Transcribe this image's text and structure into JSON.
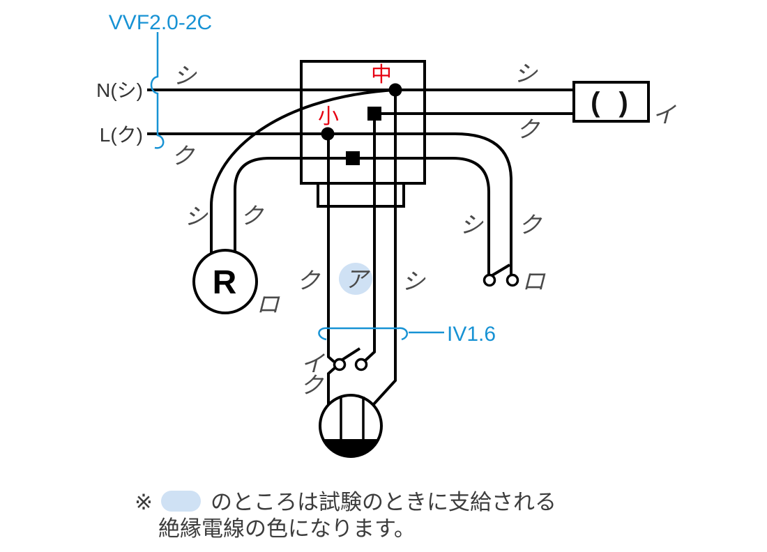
{
  "colors": {
    "accent_blue": "#1792d4",
    "highlight_blue": "#cfe1f4",
    "sleeve_red": "#e60012",
    "label_gray": "#4a4a4a",
    "text_dark": "#3c3c3c",
    "wire_black": "#000000"
  },
  "cable_annotations": {
    "vvf": "VVF2.0-2C",
    "iv": "IV1.6"
  },
  "source": {
    "neutral": "N(シ)",
    "live": "L(ク)"
  },
  "sleeve_marks": {
    "medium": "中",
    "small": "小"
  },
  "devices": {
    "lamp_receptacle": "R",
    "ceiling_rosette": "( )"
  },
  "wire_labels": [
    {
      "id": "n-left-shi",
      "text": "シ"
    },
    {
      "id": "l-left-ku",
      "text": "ク"
    },
    {
      "id": "rosette-top-shi",
      "text": "シ"
    },
    {
      "id": "rosette-bottom-ku",
      "text": "ク"
    },
    {
      "id": "receptacle-left-shi",
      "text": "シ"
    },
    {
      "id": "receptacle-right-ku",
      "text": "ク"
    },
    {
      "id": "receptacle-circuit-ro",
      "text": "ロ"
    },
    {
      "id": "switch-ro-left-shi",
      "text": "シ"
    },
    {
      "id": "switch-ro-right-ku",
      "text": "ク"
    },
    {
      "id": "switch-ro-circuit-ro",
      "text": "ロ"
    },
    {
      "id": "down-left-ku",
      "text": "ク"
    },
    {
      "id": "down-middle-a",
      "text": "ア"
    },
    {
      "id": "down-right-shi",
      "text": "シ"
    },
    {
      "id": "switch-i-circuit-i",
      "text": "イ"
    },
    {
      "id": "switch-i-wire-ku",
      "text": "ク"
    },
    {
      "id": "rosette-circuit-i",
      "text": "イ"
    }
  ],
  "note": {
    "marker": "※",
    "line1": "のところは試験のときに支給される",
    "line2": "絶縁電線の色になります。"
  }
}
